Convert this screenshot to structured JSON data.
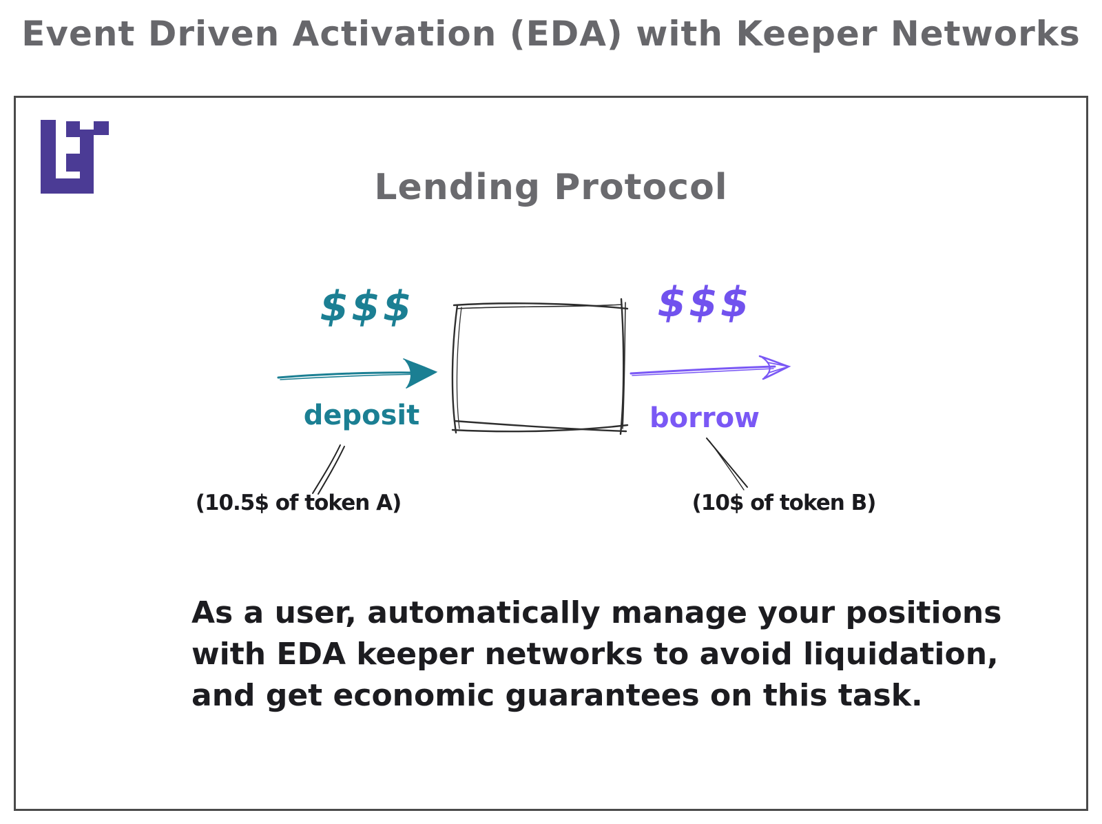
{
  "page": {
    "title": "Event Driven Activation (EDA) with Keeper Networks"
  },
  "diagram": {
    "heading": "Lending Protocol",
    "deposit_flow": {
      "money": "$$$",
      "label": "deposit",
      "note": "(10.5$ of token A)"
    },
    "borrow_flow": {
      "money": "$$$",
      "label": "borrow",
      "note": "(10$ of token B)"
    }
  },
  "caption": {
    "lines": [
      "As a user, automatically manage your positions",
      "with EDA keeper networks to avoid liquidation,",
      "and get economic guarantees on this task."
    ]
  },
  "icons": {
    "logo": "pixel-l-logo-icon",
    "deposit_arrow": "arrow-right-teal-icon",
    "borrow_arrow": "arrow-right-violet-icon",
    "protocol_box": "sketch-box-icon"
  },
  "colors": {
    "teal": "#1B7F93",
    "violet": "#7A58F5",
    "logo_purple": "#4B3B95",
    "heading_gray": "#67676B",
    "ink": "#1A1A1E",
    "frame_border": "#4A4A4A"
  }
}
